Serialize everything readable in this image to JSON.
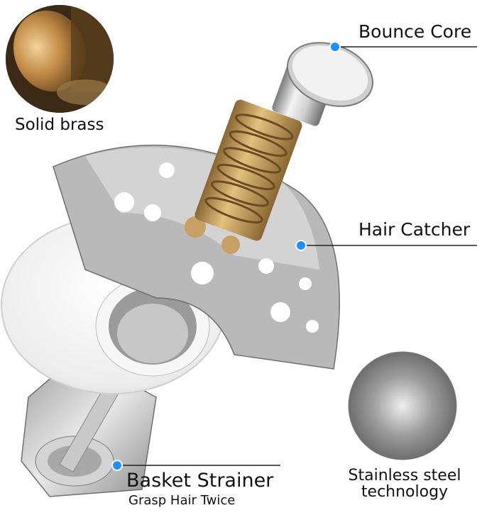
{
  "labels": {
    "bounce_core": "Bounce Core",
    "hair_catcher": "Hair Catcher",
    "basket_strainer": "Basket Strainer",
    "basket_strainer_sub": "Grasp Hair Twice",
    "solid_brass": "Solid brass",
    "stainless_line1": "Stainless steel",
    "stainless_line2": "technology"
  },
  "colors": {
    "callout_dot": "#1e90ff",
    "callout_line": "#222222",
    "brass": "#c8a064",
    "steel": "#b8b8b8"
  }
}
